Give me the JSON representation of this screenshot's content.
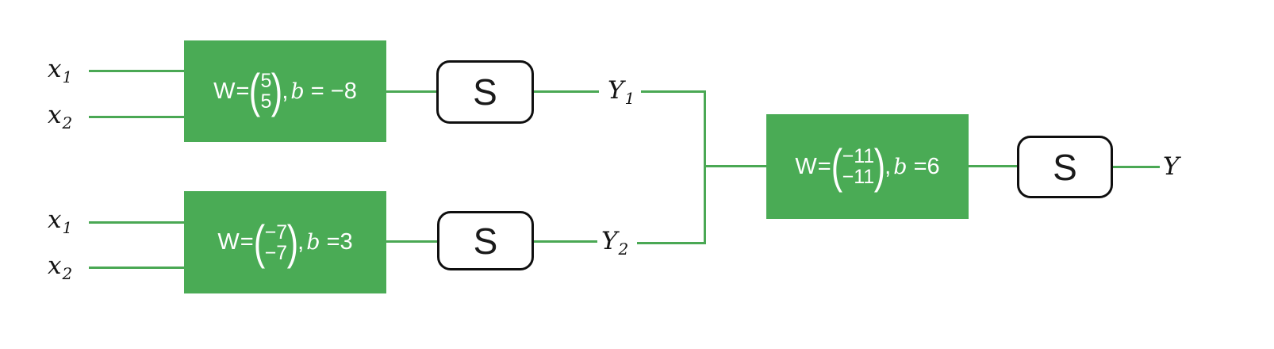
{
  "diagram": {
    "title": "two-layer-perceptron-network",
    "labels": {
      "x1_top": {
        "base": "x",
        "sub": "1"
      },
      "x2_top": {
        "base": "x",
        "sub": "2"
      },
      "x1_bottom": {
        "base": "x",
        "sub": "1"
      },
      "x2_bottom": {
        "base": "x",
        "sub": "2"
      },
      "y1": {
        "base": "Y",
        "sub": "1"
      },
      "y2": {
        "base": "Y",
        "sub": "2"
      },
      "y_out": {
        "base": "Y",
        "sub": ""
      }
    },
    "weight_boxes": {
      "hidden1": {
        "w_label": "W=",
        "paren_open": "(",
        "paren_close": ")",
        "vector": [
          "5",
          "5"
        ],
        "comma": ",",
        "b_symbol": "b",
        "b_eq": " = −8"
      },
      "hidden2": {
        "w_label": "W=",
        "paren_open": "(",
        "paren_close": ")",
        "vector": [
          "−7",
          "−7"
        ],
        "comma": ",",
        "b_symbol": "b",
        "b_eq": " =3"
      },
      "output": {
        "w_label": "W=",
        "paren_open": "(",
        "paren_close": ")",
        "vector": [
          "−11",
          "−11"
        ],
        "comma": ",",
        "b_symbol": "b",
        "b_eq": " =6"
      }
    },
    "activation": {
      "s1": "S",
      "s2": "S",
      "s3": "S"
    },
    "colors": {
      "box_green": "#4aab55",
      "wire_green": "#4aa854",
      "sbox_border": "#0f0f0f",
      "box_text": "#ffffff",
      "label_text": "#141414"
    }
  }
}
